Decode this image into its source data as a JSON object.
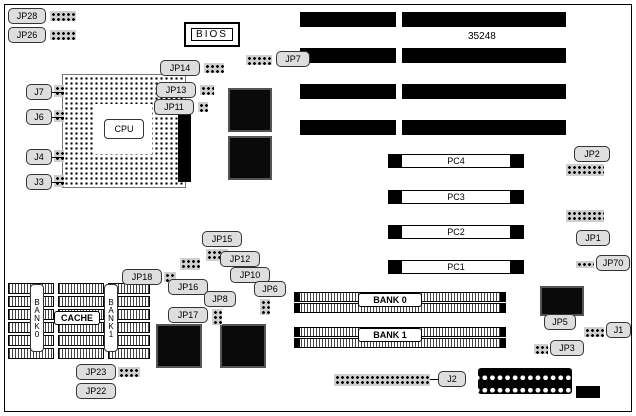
{
  "diagram": {
    "part_number": "35248",
    "chips": {
      "bios": "BIOS",
      "cpu": "CPU"
    },
    "slots": {
      "pc1": "PC1",
      "pc2": "PC2",
      "pc3": "PC3",
      "pc4": "PC4"
    },
    "memory": {
      "bank0": "BANK 0",
      "bank1": "BANK 1",
      "cache": "CACHE",
      "bank0_col": "BANK0",
      "bank1_col": "BANK1"
    },
    "labels": {
      "jp28": "JP28",
      "jp26": "JP26",
      "jp7": "JP7",
      "jp14": "JP14",
      "jp13": "JP13",
      "jp11": "JP11",
      "j7": "J7",
      "j6": "J6",
      "j4": "J4",
      "j3": "J3",
      "jp2": "JP2",
      "jp1": "JP1",
      "jp70": "JP70",
      "jp15": "JP15",
      "jp12": "JP12",
      "jp10": "JP10",
      "jp18": "JP18",
      "jp16": "JP16",
      "jp8": "JP8",
      "jp6": "JP6",
      "jp17": "JP17",
      "jp23": "JP23",
      "jp22": "JP22",
      "jp5": "JP5",
      "j1": "J1",
      "jp3": "JP3",
      "j2": "J2"
    }
  }
}
